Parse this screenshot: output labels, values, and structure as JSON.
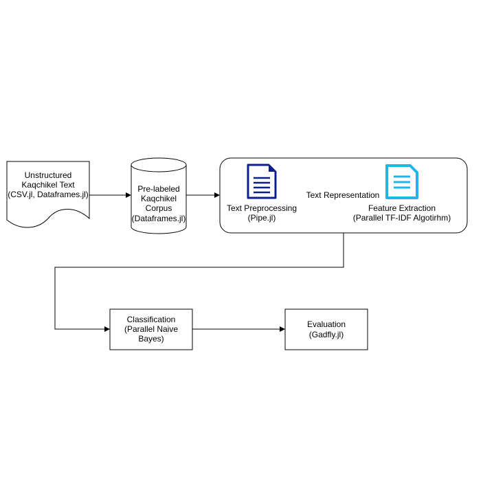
{
  "nodes": {
    "unstructured_text": {
      "lines": [
        "Unstructured",
        "Kaqchikel Text",
        "(CSV.jl, Dataframes.jl)"
      ]
    },
    "corpus": {
      "lines": [
        "Pre-labeled",
        "Kaqchikel",
        "Corpus",
        "(Dataframes.jl)"
      ]
    },
    "text_representation": {
      "label": "Text Representation"
    },
    "text_preprocessing": {
      "lines": [
        "Text Preprocessing",
        "(Pipe.jl)"
      ],
      "icon_color": "#0d1f8c"
    },
    "feature_extraction": {
      "lines": [
        "Feature Extraction",
        "(Parallel TF-IDF Algotirhm)"
      ],
      "icon_color": "#1eb7e8"
    },
    "classification": {
      "lines": [
        "Classification",
        "(Parallel Naive",
        "Bayes)"
      ]
    },
    "evaluation": {
      "lines": [
        "Evaluation",
        "(Gadfly.jl)"
      ]
    }
  },
  "icons": [
    "document-icon-dark-blue",
    "document-icon-light-blue"
  ]
}
